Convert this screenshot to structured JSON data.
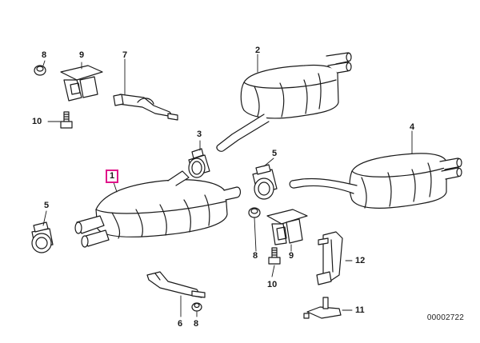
{
  "diagram": {
    "callouts": {
      "p1": "1",
      "p2": "2",
      "p3": "3",
      "p4": "4",
      "p5a": "5",
      "p5b": "5",
      "p6": "6",
      "p7": "7",
      "p8a": "8",
      "p8b": "8",
      "p8c": "8",
      "p9a": "9",
      "p9b": "9",
      "p10a": "10",
      "p10b": "10",
      "p11": "11",
      "p12": "12"
    },
    "selected_part": "1",
    "diagram_code": "00002722",
    "colors": {
      "highlight": "#e0168a",
      "line": "#1a1a1a"
    }
  }
}
